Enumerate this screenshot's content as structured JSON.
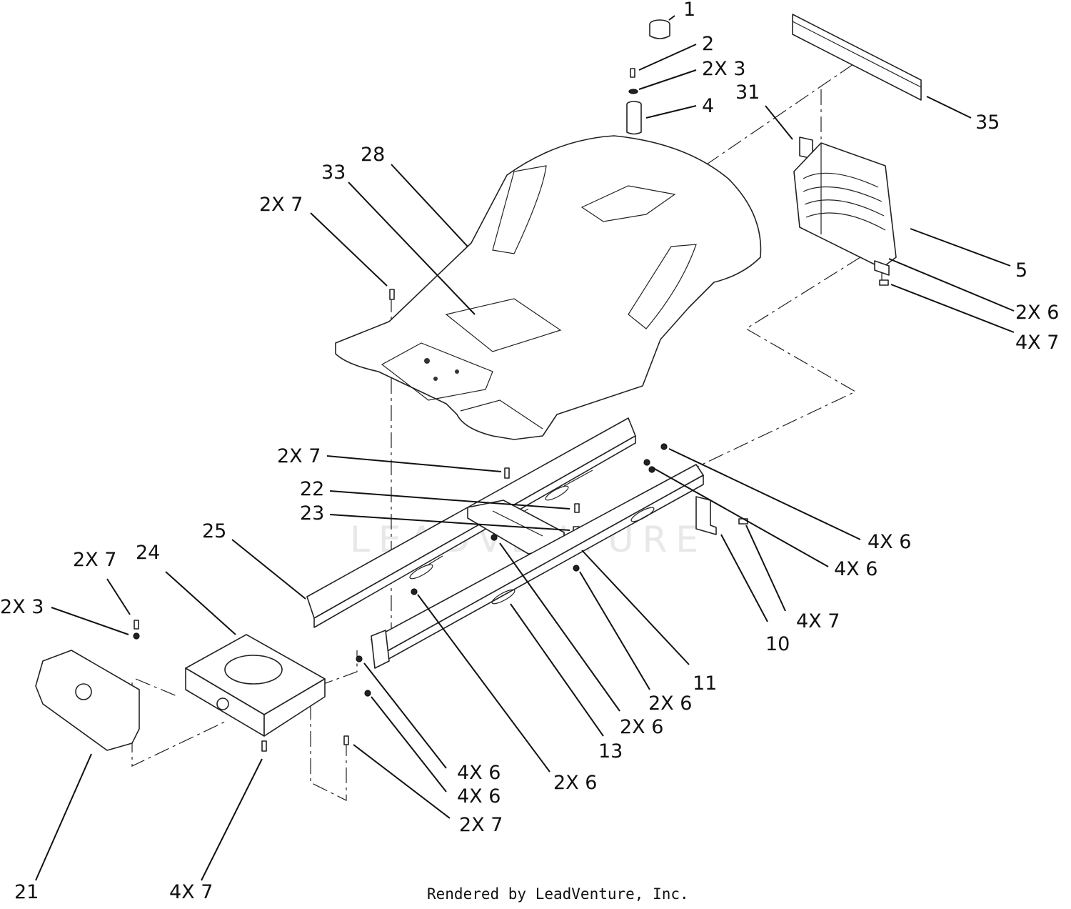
{
  "watermark": "LEADVENTURE",
  "credit": "Rendered by LeadVenture, Inc.",
  "callouts": [
    {
      "text": "1"
    },
    {
      "text": "2"
    },
    {
      "text": "2X 3"
    },
    {
      "text": "4"
    },
    {
      "text": "31"
    },
    {
      "text": "35"
    },
    {
      "text": "28"
    },
    {
      "text": "33"
    },
    {
      "text": "2X 7"
    },
    {
      "text": "5"
    },
    {
      "text": "2X 6"
    },
    {
      "text": "4X 7"
    },
    {
      "text": "2X 7"
    },
    {
      "text": "22"
    },
    {
      "text": "23"
    },
    {
      "text": "25"
    },
    {
      "text": "4X 6"
    },
    {
      "text": "4X 6"
    },
    {
      "text": "2X 7"
    },
    {
      "text": "24"
    },
    {
      "text": "2X 3"
    },
    {
      "text": "4X 7"
    },
    {
      "text": "10"
    },
    {
      "text": "11"
    },
    {
      "text": "2X 6"
    },
    {
      "text": "2X 6"
    },
    {
      "text": "13"
    },
    {
      "text": "4X 6"
    },
    {
      "text": "4X 6"
    },
    {
      "text": "2X 6"
    },
    {
      "text": "2X 7"
    },
    {
      "text": "21"
    },
    {
      "text": "4X 7"
    }
  ]
}
